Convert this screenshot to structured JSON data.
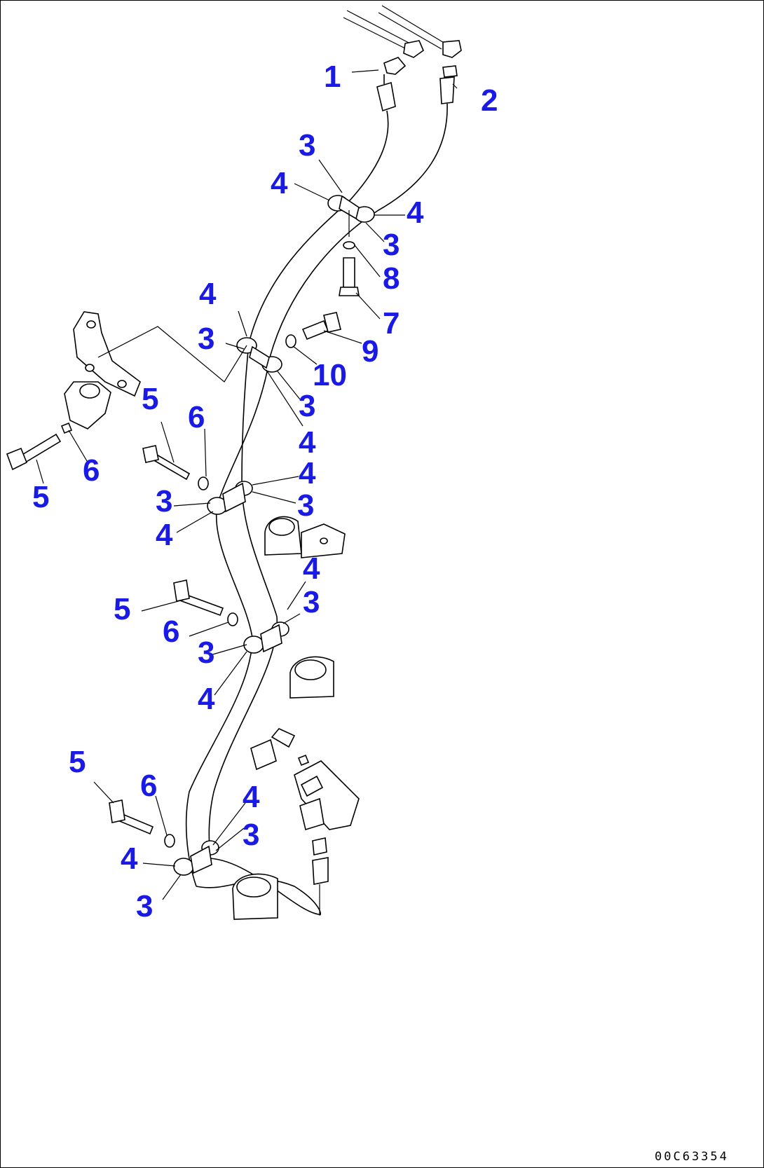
{
  "callouts": {
    "c1": "1",
    "c2": "2",
    "c3a": "3",
    "c4a": "4",
    "c4b": "4",
    "c3b": "3",
    "c8": "8",
    "c7": "7",
    "c4c": "4",
    "c3c": "3",
    "c9": "9",
    "c10": "10",
    "c3d": "3",
    "c4d": "4",
    "c5a": "5",
    "c6a": "6",
    "c5b": "5",
    "c6b": "6",
    "c4e": "4",
    "c3e": "3",
    "c3f": "3",
    "c4f": "4",
    "c4g": "4",
    "c5c": "5",
    "c6c": "6",
    "c3g": "3",
    "c3h": "3",
    "c4h": "4",
    "c5d": "5",
    "c6d": "6",
    "c4i": "4",
    "c4j": "4",
    "c3i": "3",
    "c3j": "3"
  },
  "drawing_code": "00C63354",
  "colors": {
    "callout": "#1a1ae6",
    "line": "#000000"
  }
}
